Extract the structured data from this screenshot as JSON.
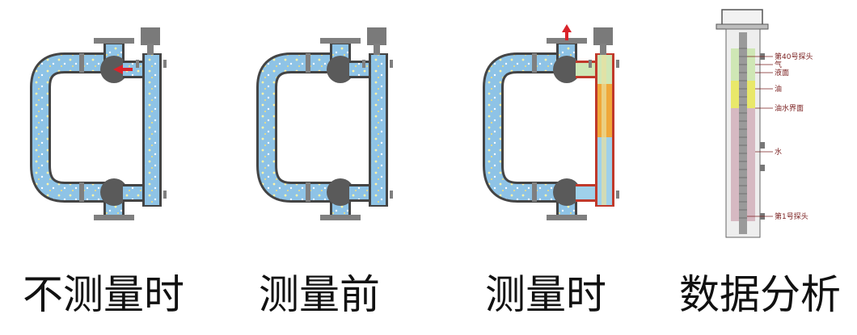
{
  "captions": {
    "panel1": "不测量时",
    "panel2": "测量前",
    "panel3": "测量时",
    "panel4": "数据分析"
  },
  "detail_labels": {
    "probe40": "第40号探头",
    "gas": "气",
    "liquid_surface": "液面",
    "oil": "油",
    "oil_water_interface": "油水界面",
    "water": "水",
    "probe1": "第1号探头"
  },
  "colors": {
    "pipe_fill": "#8ec3e6",
    "pipe_outline": "#444444",
    "steel": "#7f7f7f",
    "valve": "#5a5a5a",
    "arrow": "#d9232a",
    "oil": "#f0a83a",
    "water": "#9fd1ea",
    "gas": "#cfe7b5",
    "label": "#7a1f1f"
  }
}
